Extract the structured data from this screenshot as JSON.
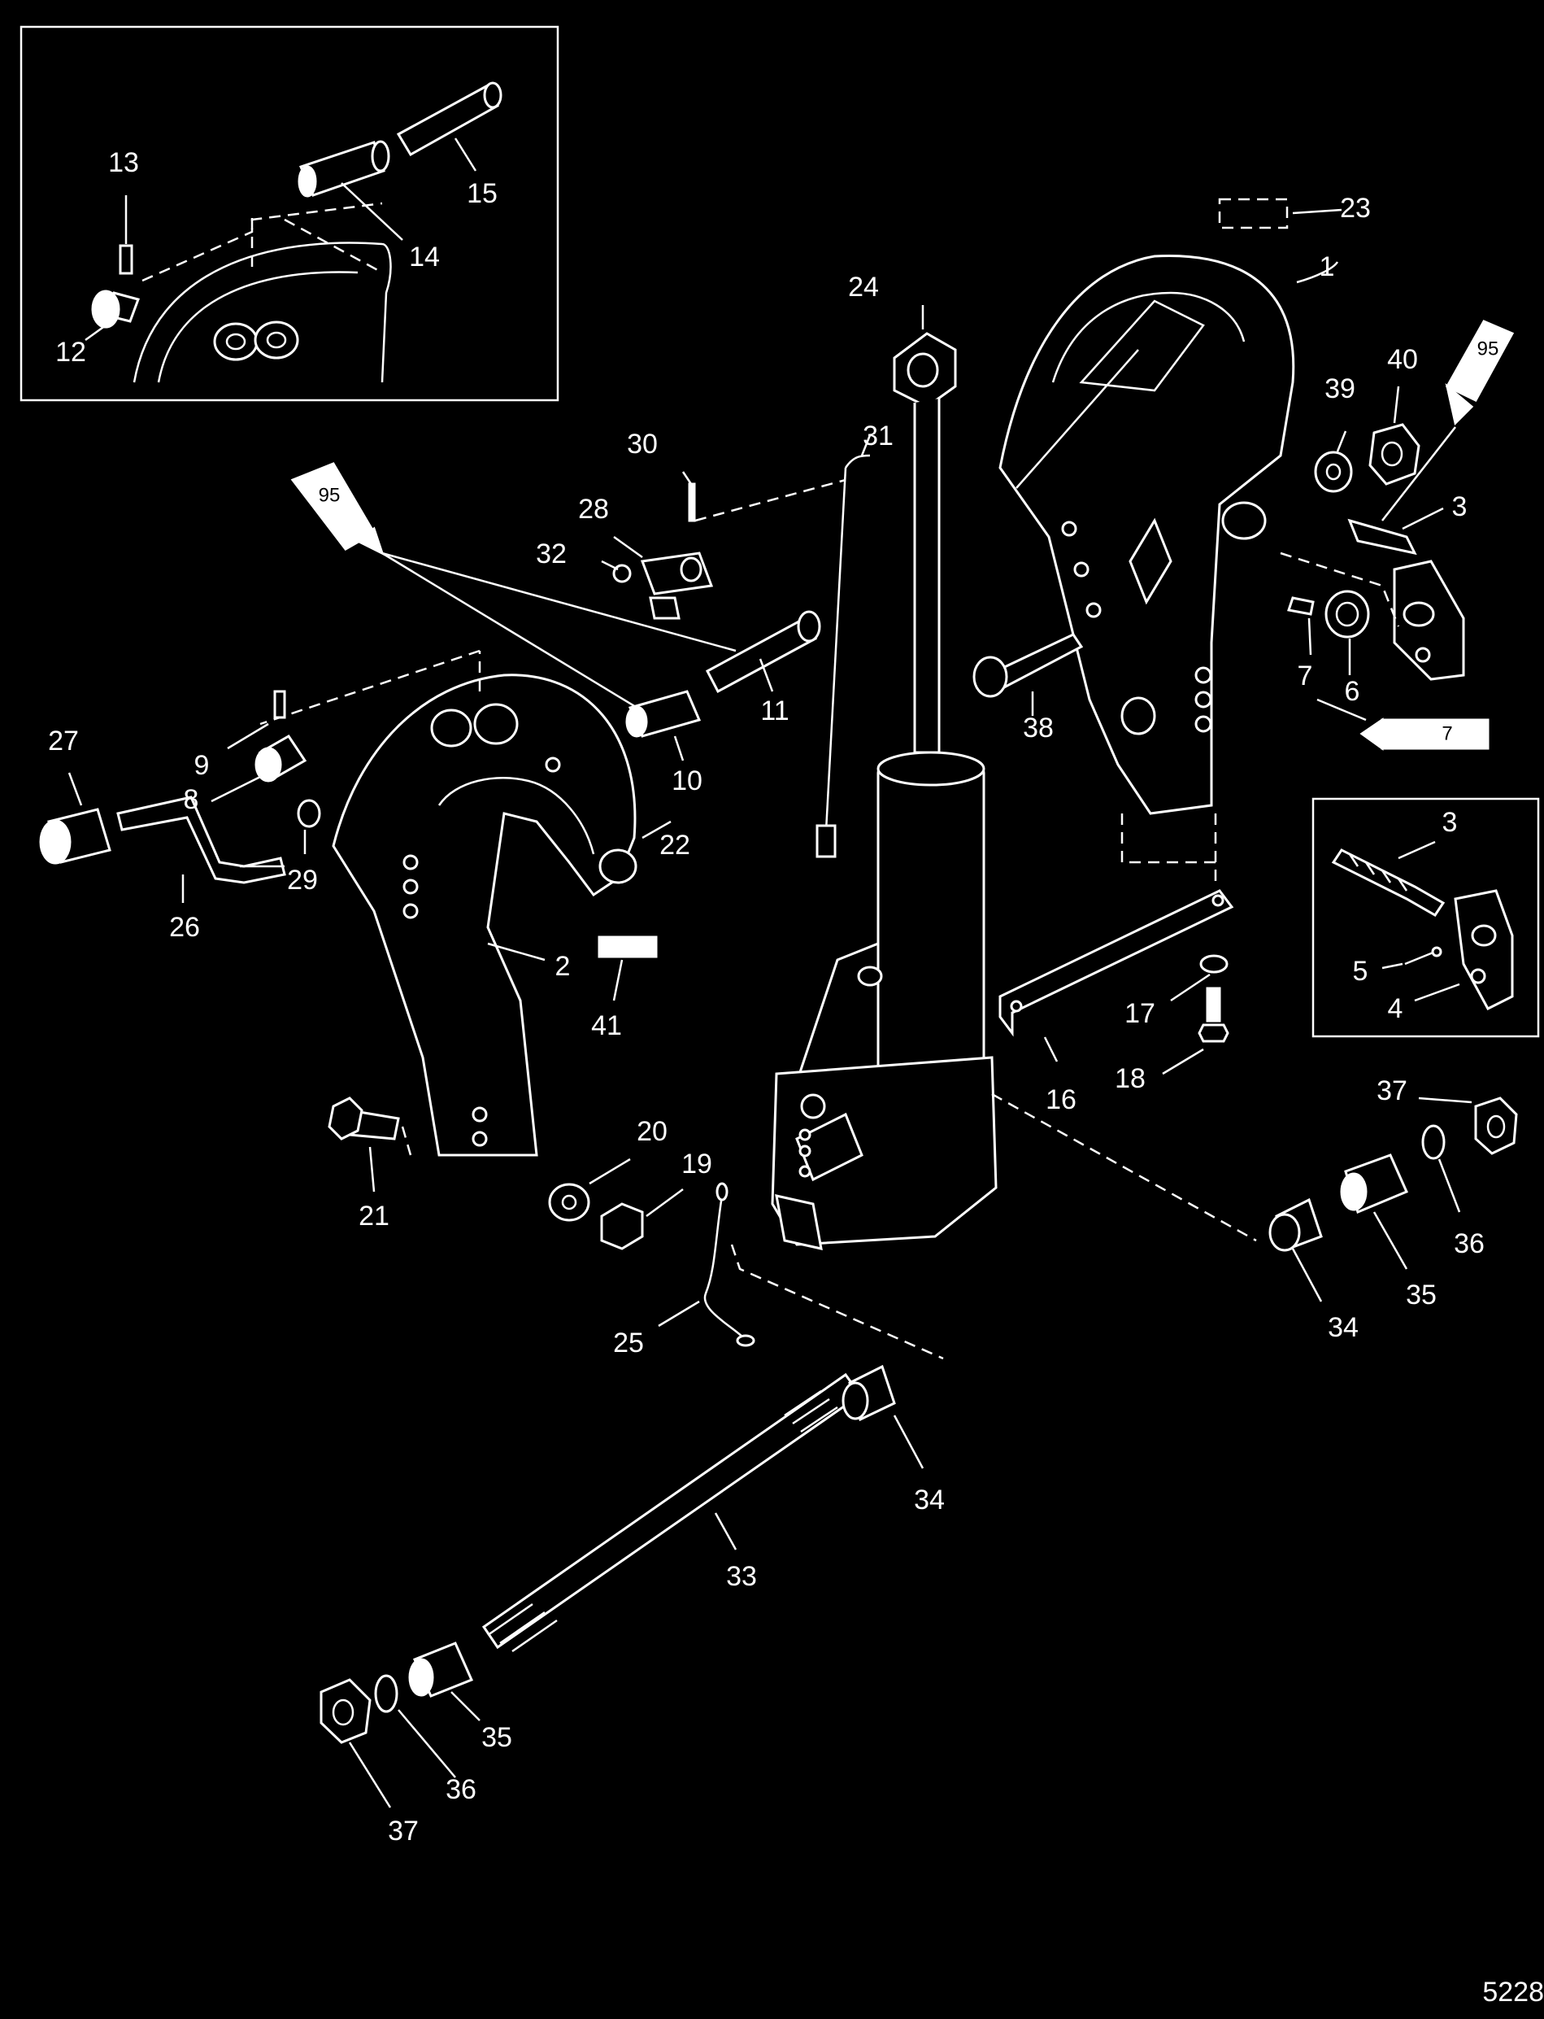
{
  "figure_number": "5228",
  "tube_labels": {
    "lube_a": "95",
    "lube_b": "95",
    "loctite": "7"
  },
  "callouts": [
    {
      "id": "c1",
      "text": "1"
    },
    {
      "id": "c2",
      "text": "2"
    },
    {
      "id": "c3a",
      "text": "3"
    },
    {
      "id": "c3b",
      "text": "3"
    },
    {
      "id": "c4",
      "text": "4"
    },
    {
      "id": "c5",
      "text": "5"
    },
    {
      "id": "c6",
      "text": "6"
    },
    {
      "id": "c7",
      "text": "7"
    },
    {
      "id": "c8",
      "text": "8"
    },
    {
      "id": "c9",
      "text": "9"
    },
    {
      "id": "c10",
      "text": "10"
    },
    {
      "id": "c11",
      "text": "11"
    },
    {
      "id": "c12",
      "text": "12"
    },
    {
      "id": "c13",
      "text": "13"
    },
    {
      "id": "c14",
      "text": "14"
    },
    {
      "id": "c15",
      "text": "15"
    },
    {
      "id": "c16",
      "text": "16"
    },
    {
      "id": "c17",
      "text": "17"
    },
    {
      "id": "c18",
      "text": "18"
    },
    {
      "id": "c19",
      "text": "19"
    },
    {
      "id": "c20",
      "text": "20"
    },
    {
      "id": "c21",
      "text": "21"
    },
    {
      "id": "c22",
      "text": "22"
    },
    {
      "id": "c23",
      "text": "23"
    },
    {
      "id": "c24",
      "text": "24"
    },
    {
      "id": "c25",
      "text": "25"
    },
    {
      "id": "c26",
      "text": "26"
    },
    {
      "id": "c27",
      "text": "27"
    },
    {
      "id": "c28",
      "text": "28"
    },
    {
      "id": "c29",
      "text": "29"
    },
    {
      "id": "c30",
      "text": "30"
    },
    {
      "id": "c31",
      "text": "31"
    },
    {
      "id": "c32",
      "text": "32"
    },
    {
      "id": "c33",
      "text": "33"
    },
    {
      "id": "c34a",
      "text": "34"
    },
    {
      "id": "c34b",
      "text": "34"
    },
    {
      "id": "c35a",
      "text": "35"
    },
    {
      "id": "c35b",
      "text": "35"
    },
    {
      "id": "c36a",
      "text": "36"
    },
    {
      "id": "c36b",
      "text": "36"
    },
    {
      "id": "c37a",
      "text": "37"
    },
    {
      "id": "c37b",
      "text": "37"
    },
    {
      "id": "c38",
      "text": "38"
    },
    {
      "id": "c39",
      "text": "39"
    },
    {
      "id": "c40",
      "text": "40"
    },
    {
      "id": "c41",
      "text": "41"
    }
  ]
}
